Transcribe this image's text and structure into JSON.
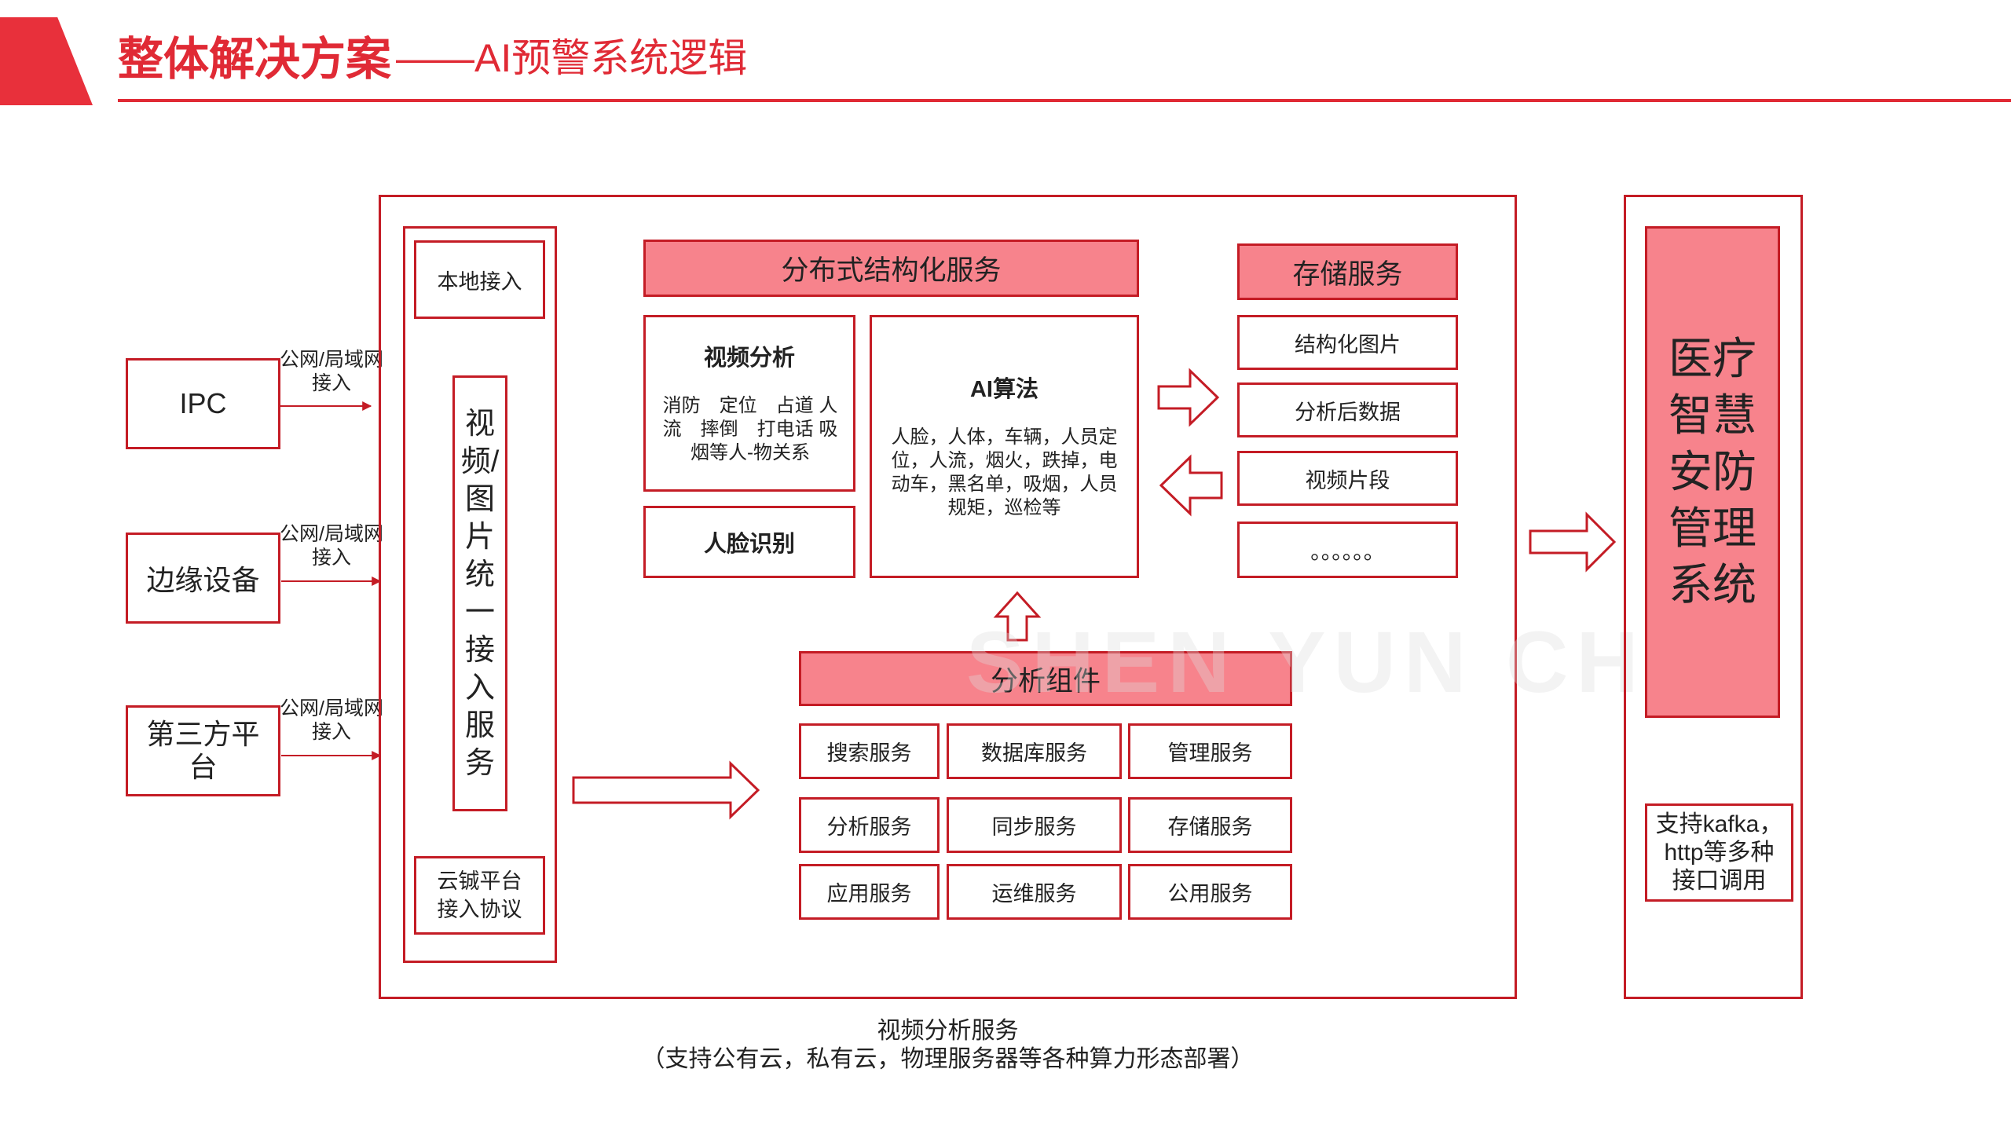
{
  "title": {
    "main": "整体解决方案",
    "sub": "——AI预警系统逻辑"
  },
  "sources": [
    {
      "label": "IPC",
      "net_label": "公网/局域网接入"
    },
    {
      "label": "边缘设备",
      "net_label": "公网/局域网接入"
    },
    {
      "label": "第三方平台",
      "net_label": "公网/局域网接入"
    }
  ],
  "access": {
    "local": "本地接入",
    "unified": "视频/图片统一接入服务",
    "protocol": "云铖平台接入协议"
  },
  "distributed": {
    "header": "分布式结构化服务",
    "video_analysis": {
      "title": "视频分析",
      "text": "消防　定位　占道 人流　摔倒　打电话 吸烟等人-物关系"
    },
    "face": "人脸识别",
    "ai": {
      "title": "AI算法",
      "text": "人脸，人体，车辆，人员定位，人流，烟火，跌掉，电动车，黑名单，吸烟，人员规矩，巡检等"
    }
  },
  "storage": {
    "header": "存储服务",
    "items": [
      "结构化图片",
      "分析后数据",
      "视频片段",
      "。。。。。。"
    ]
  },
  "components": {
    "header": "分析组件",
    "services": [
      "搜索服务",
      "数据库服务",
      "管理服务",
      "分析服务",
      "同步服务",
      "存储服务",
      "应用服务",
      "运维服务",
      "公用服务"
    ]
  },
  "medical": {
    "title": "医疗智慧安防管理系统",
    "support": "支持kafka，http等多种接口调用"
  },
  "caption": {
    "line1": "视频分析服务",
    "line2": "（支持公有云，私有云，物理服务器等各种算力形态部署）"
  },
  "watermark": "SHEN YUN CH",
  "colors": {
    "accent": "#e02a35",
    "border": "#c41c25",
    "fill": "#f7838c"
  }
}
